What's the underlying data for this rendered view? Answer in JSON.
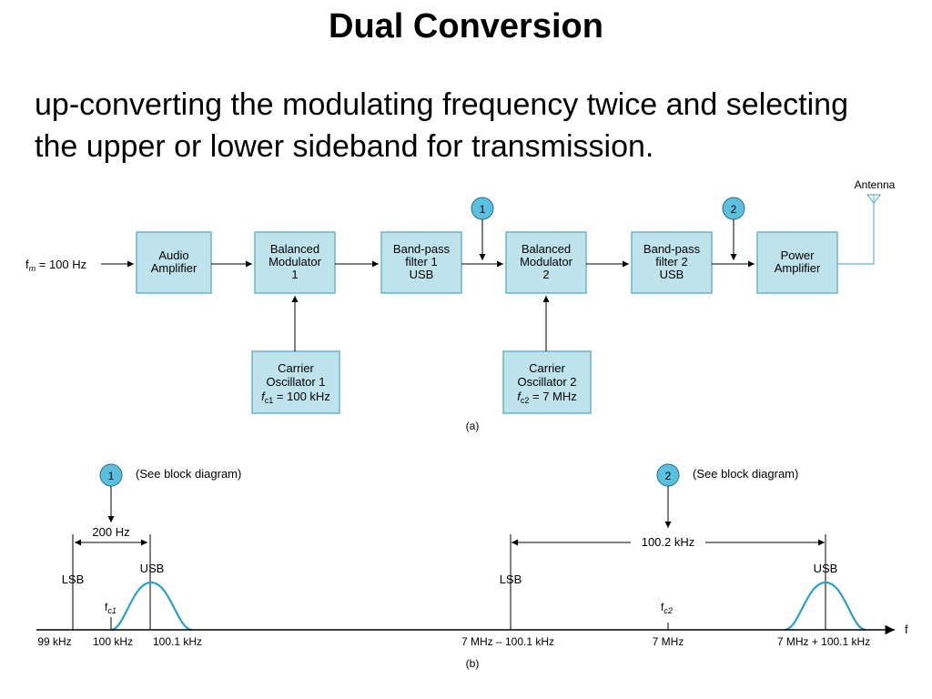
{
  "title": "Dual Conversion",
  "description": "up-converting the modulating frequency twice and selecting the upper or lower sideband for transmission.",
  "colors": {
    "block_fill": "#bfe3ec",
    "block_stroke": "#68b3c8",
    "marker_fill": "#5bc0dd",
    "curve": "#2aa0c6"
  },
  "block_diagram": {
    "input_label": {
      "prefix": "f",
      "sub": "m",
      "suffix": " = 100 Hz"
    },
    "antenna_label": "Antenna",
    "caption": "(a)",
    "blocks": {
      "audio_amp": [
        "Audio",
        "Amplifier"
      ],
      "bal_mod_1": [
        "Balanced",
        "Modulator",
        "1"
      ],
      "bpf_1": [
        "Band-pass",
        "filter 1",
        "USB"
      ],
      "bal_mod_2": [
        "Balanced",
        "Modulator",
        "2"
      ],
      "bpf_2": [
        "Band-pass",
        "filter 2",
        "USB"
      ],
      "power_amp": [
        "Power",
        "Amplifier"
      ],
      "osc_1": {
        "line1": "Carrier",
        "line2": "Oscillator 1",
        "freq_prefix": "f",
        "freq_sub": "c1",
        "freq_suffix": " = 100 kHz"
      },
      "osc_2": {
        "line1": "Carrier",
        "line2": "Oscillator 2",
        "freq_prefix": "f",
        "freq_sub": "c2",
        "freq_suffix": " = 7 MHz"
      }
    },
    "markers": {
      "m1": "1",
      "m2": "2"
    }
  },
  "spectrum": {
    "caption": "(b)",
    "axis_label": "f",
    "marker_1": {
      "num": "1",
      "note": "(See block diagram)"
    },
    "marker_2": {
      "num": "2",
      "note": "(See block diagram)"
    },
    "span_1": "200 Hz",
    "span_2": "100.2 kHz",
    "labels": {
      "lsb_1": "LSB",
      "usb_1": "USB",
      "lsb_2": "LSB",
      "usb_2": "USB",
      "fc1": {
        "prefix": "f",
        "sub": "c1"
      },
      "fc2": {
        "prefix": "f",
        "sub": "c2"
      }
    },
    "ticks": {
      "t1": "99 kHz",
      "t2": "100 kHz",
      "t3": "100.1 kHz",
      "t4": "7 MHz – 100.1 kHz",
      "t5": "7 MHz",
      "t6": "7 MHz + 100.1 kHz"
    }
  }
}
